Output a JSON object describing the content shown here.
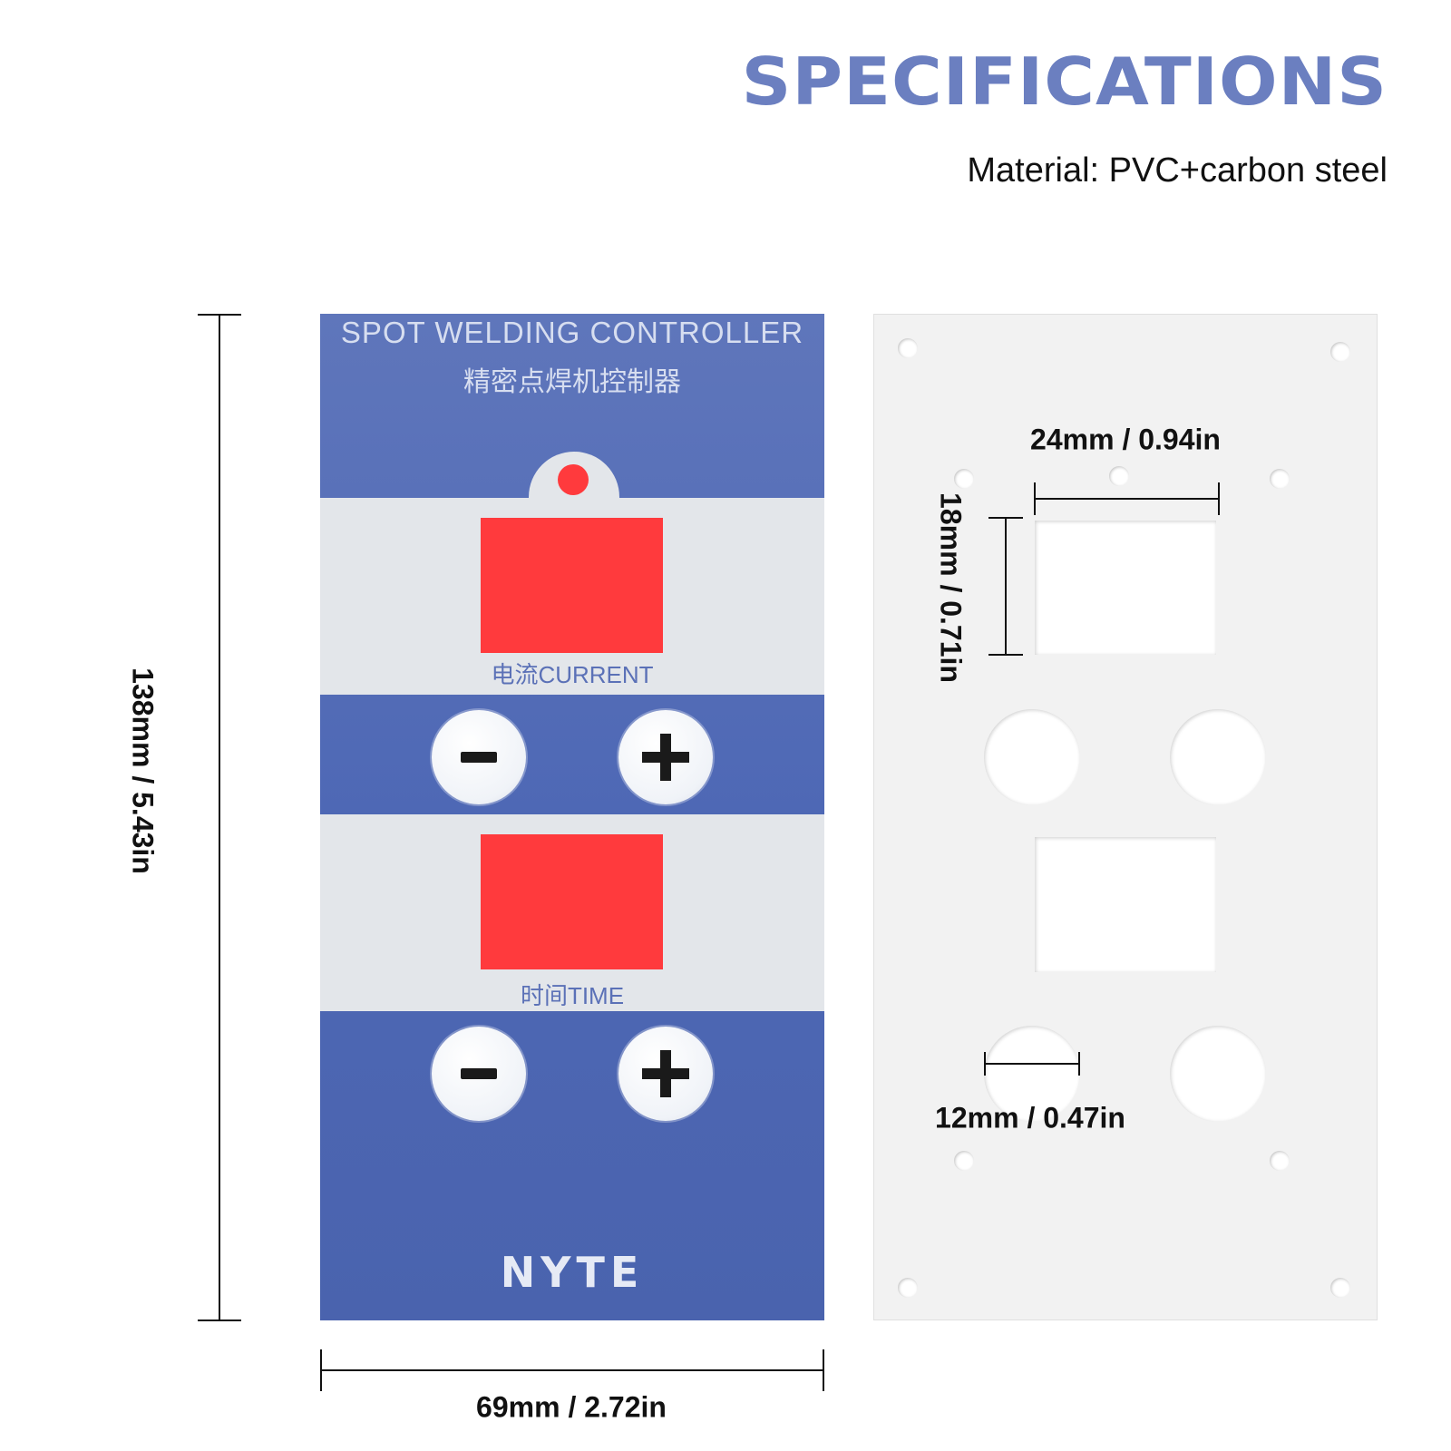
{
  "header": {
    "title": "SPECIFICATIONS",
    "material": "Material: PVC+carbon steel"
  },
  "dimensions": {
    "height": "138mm / 5.43in",
    "width": "69mm / 2.72in",
    "window_width": "24mm / 0.94in",
    "window_height": "18mm / 0.71in",
    "hole_diameter": "12mm / 0.47in"
  },
  "decal": {
    "title_en": "SPOT WELDING CONTROLLER",
    "title_cn": "精密点焊机控制器",
    "current_label": "电流CURRENT",
    "time_label": "时间TIME",
    "brand": "NYTE"
  },
  "colors": {
    "title": "#6b7fc0",
    "decal_blue": "#4e68b5",
    "display_red": "#ff3a3d",
    "band_gray": "#e3e6ea",
    "plate_white": "#f2f2f2"
  }
}
